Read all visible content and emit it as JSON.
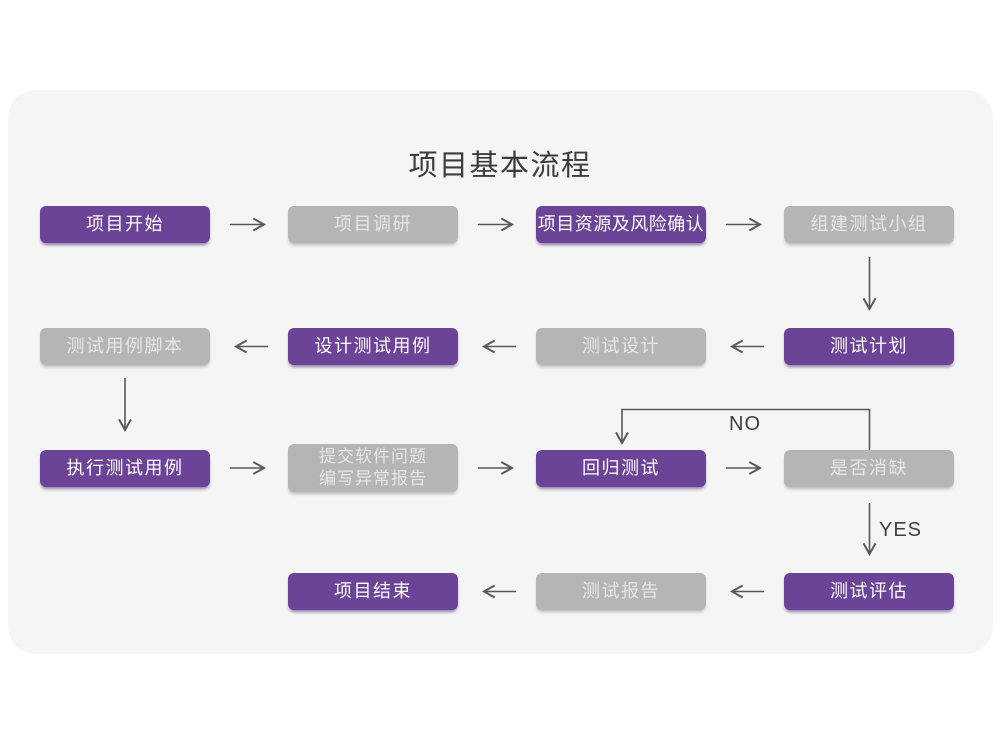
{
  "title": "项目基本流程",
  "diagram": {
    "nodes": [
      {
        "id": "project-start",
        "label": "项目开始",
        "variant": "purple"
      },
      {
        "id": "project-research",
        "label": "项目调研",
        "variant": "gray"
      },
      {
        "id": "resource-risk",
        "label": "项目资源及风险确认",
        "variant": "purple"
      },
      {
        "id": "build-team",
        "label": "组建测试小组",
        "variant": "gray"
      },
      {
        "id": "test-plan",
        "label": "测试计划",
        "variant": "purple"
      },
      {
        "id": "test-design",
        "label": "测试设计",
        "variant": "gray"
      },
      {
        "id": "design-cases",
        "label": "设计测试用例",
        "variant": "purple"
      },
      {
        "id": "case-script",
        "label": "测试用例脚本",
        "variant": "gray"
      },
      {
        "id": "run-cases",
        "label": "执行测试用例",
        "variant": "purple"
      },
      {
        "id": "submit-issues",
        "lines": [
          "提交软件问题",
          "编写异常报告"
        ],
        "variant": "gray"
      },
      {
        "id": "regression",
        "label": "回归测试",
        "variant": "purple"
      },
      {
        "id": "defect-cleared",
        "label": "是否消缺",
        "variant": "gray"
      },
      {
        "id": "test-eval",
        "label": "测试评估",
        "variant": "purple"
      },
      {
        "id": "test-report",
        "label": "测试报告",
        "variant": "gray"
      },
      {
        "id": "project-end",
        "label": "项目结束",
        "variant": "purple"
      }
    ],
    "edge_labels": {
      "no": "NO",
      "yes": "YES"
    },
    "edges": [
      {
        "from": "project-start",
        "to": "project-research"
      },
      {
        "from": "project-research",
        "to": "resource-risk"
      },
      {
        "from": "resource-risk",
        "to": "build-team"
      },
      {
        "from": "build-team",
        "to": "test-plan"
      },
      {
        "from": "test-plan",
        "to": "test-design"
      },
      {
        "from": "test-design",
        "to": "design-cases"
      },
      {
        "from": "design-cases",
        "to": "case-script"
      },
      {
        "from": "case-script",
        "to": "run-cases"
      },
      {
        "from": "run-cases",
        "to": "submit-issues"
      },
      {
        "from": "submit-issues",
        "to": "regression"
      },
      {
        "from": "regression",
        "to": "defect-cleared"
      },
      {
        "from": "defect-cleared",
        "to": "regression",
        "label": "NO"
      },
      {
        "from": "defect-cleared",
        "to": "test-eval",
        "label": "YES"
      },
      {
        "from": "test-eval",
        "to": "test-report"
      },
      {
        "from": "test-report",
        "to": "project-end"
      }
    ],
    "colors": {
      "purple": "#6b4397",
      "gray": "#b5b5b5",
      "purple_text": "#ffffff",
      "gray_text": "#e6e6e6",
      "card_background": "#f5f5f6",
      "page_background": "#ffffff",
      "arrow": "#58585a",
      "title_text": "#3c3c3c",
      "edge_label_text": "#3f3f3f"
    }
  }
}
